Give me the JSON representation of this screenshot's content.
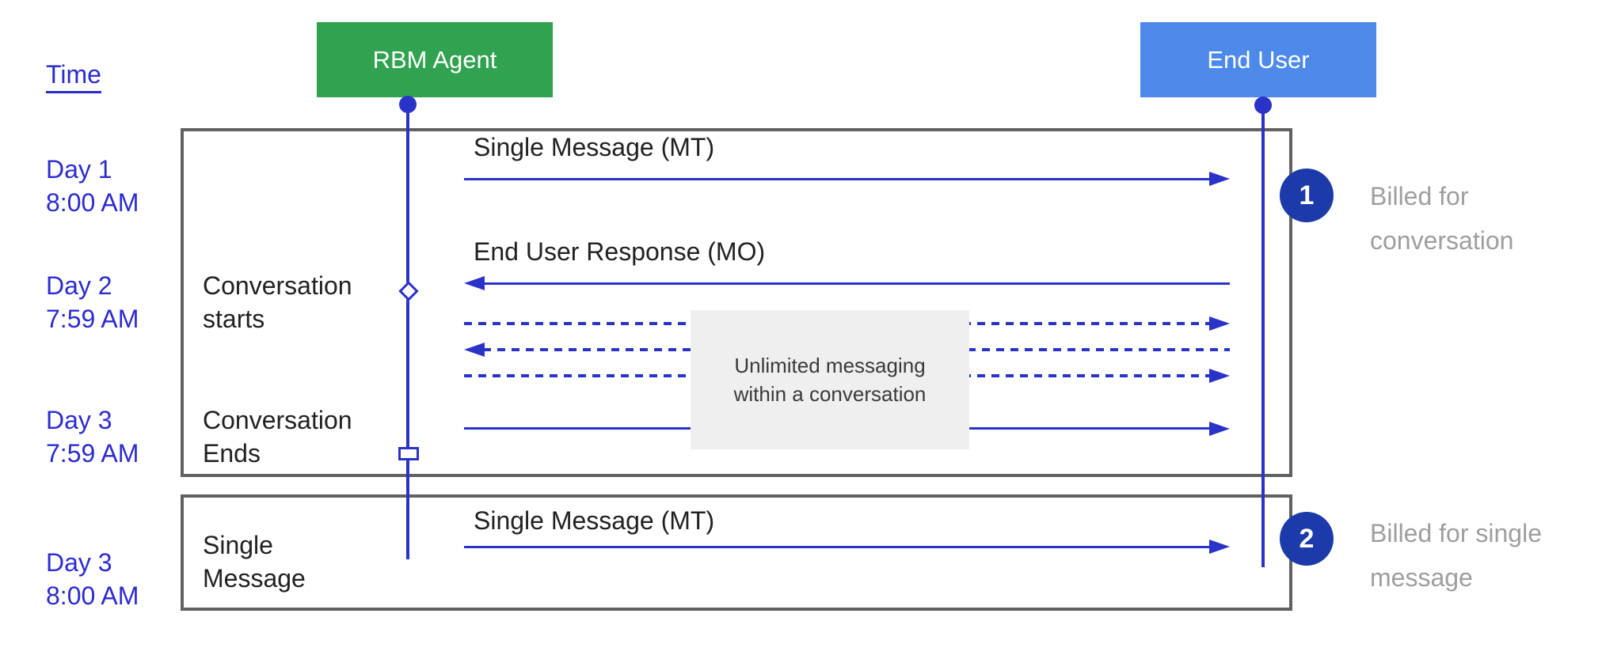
{
  "colors": {
    "canvas-bg": "#ffffff",
    "agent-green": "#31a24f",
    "user-blue": "#4c89e8",
    "line-blue": "#2a33c8",
    "label-blue": "#2b2bd0",
    "badge-blue": "#1c3aa9",
    "gray-text": "#9e9e9e",
    "frame-border": "#616161",
    "note-bg": "#efefef",
    "note-text": "#3a3a3a",
    "black-text": "#212121"
  },
  "header": {
    "time_label": "Time",
    "agent_label": "RBM Agent",
    "user_label": "End User"
  },
  "timestamps": [
    {
      "line1": "Day 1",
      "line2": "8:00 AM"
    },
    {
      "line1": "Day 2",
      "line2": "7:59 AM"
    },
    {
      "line1": "Day 3",
      "line2": "7:59 AM"
    },
    {
      "line1": "Day 3",
      "line2": "8:00 AM"
    }
  ],
  "frame1": {
    "mt_message": "Single Message (MT)",
    "mo_message": "End User Response (MO)",
    "start_line1": "Conversation",
    "start_line2": "starts",
    "end_line1": "Conversation",
    "end_line2": "Ends",
    "note_line1": "Unlimited messaging",
    "note_line2": "within a conversation"
  },
  "frame2": {
    "label_line1": "Single",
    "label_line2": "Message",
    "mt_message": "Single Message (MT)"
  },
  "annotations": [
    {
      "number": "1",
      "line1": "Billed for",
      "line2": "conversation"
    },
    {
      "number": "2",
      "line1": "Billed for single",
      "line2": "message"
    }
  ]
}
